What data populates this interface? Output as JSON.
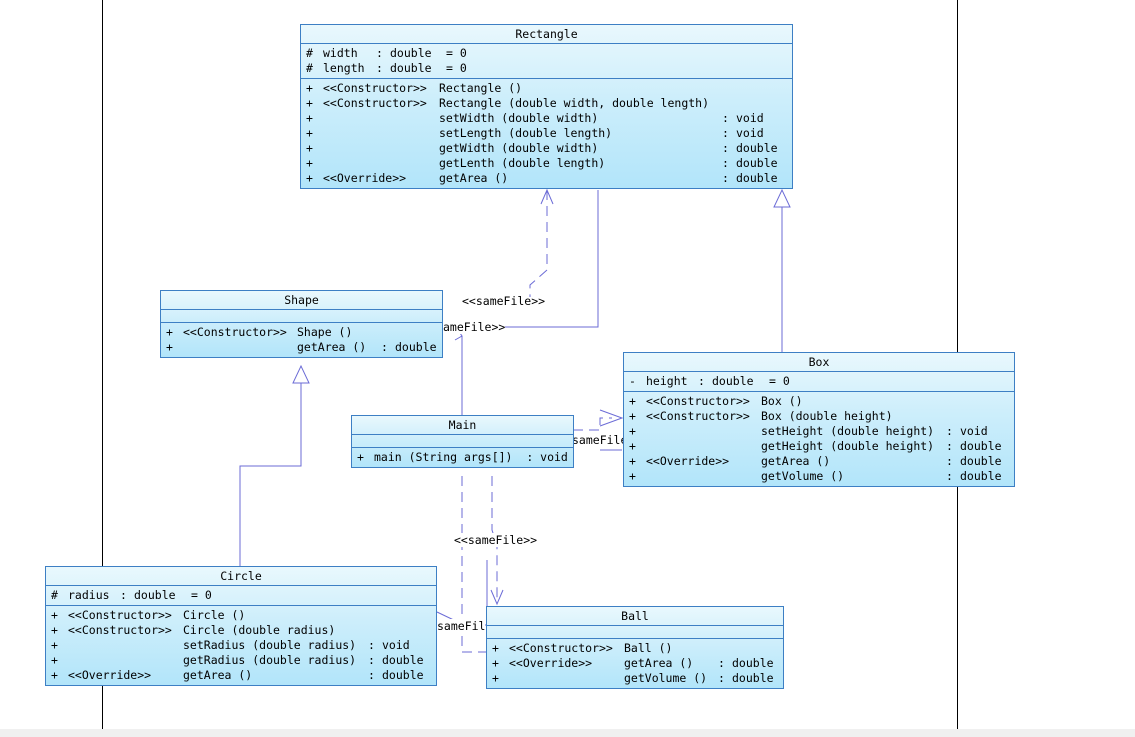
{
  "classes": {
    "rectangle": {
      "name": "Rectangle",
      "attributes": [
        {
          "vis": "#",
          "name": "width",
          "sep": ":",
          "type": "double",
          "default": "= 0"
        },
        {
          "vis": "#",
          "name": "length",
          "sep": ":",
          "type": "double",
          "default": "= 0"
        }
      ],
      "operations": [
        {
          "vis": "+",
          "stereo": "<<Constructor>>",
          "sig": "Rectangle ()",
          "sep": "",
          "ret": ""
        },
        {
          "vis": "+",
          "stereo": "<<Constructor>>",
          "sig": "Rectangle (double width, double length)",
          "sep": "",
          "ret": ""
        },
        {
          "vis": "+",
          "stereo": "",
          "sig": "setWidth (double width)",
          "sep": ":",
          "ret": "void"
        },
        {
          "vis": "+",
          "stereo": "",
          "sig": "setLength (double length)",
          "sep": ":",
          "ret": "void"
        },
        {
          "vis": "+",
          "stereo": "",
          "sig": "getWidth (double width)",
          "sep": ":",
          "ret": "double"
        },
        {
          "vis": "+",
          "stereo": "",
          "sig": "getLenth (double length)",
          "sep": ":",
          "ret": "double"
        },
        {
          "vis": "+",
          "stereo": "<<Override>>",
          "sig": "getArea ()",
          "sep": ":",
          "ret": "double"
        }
      ]
    },
    "shape": {
      "name": "Shape",
      "operations": [
        {
          "vis": "+",
          "stereo": "<<Constructor>>",
          "sig": "Shape ()",
          "sep": "",
          "ret": ""
        },
        {
          "vis": "+",
          "stereo": "",
          "sig": "getArea ()",
          "sep": ":",
          "ret": "double"
        }
      ]
    },
    "box": {
      "name": "Box",
      "attributes": [
        {
          "vis": "-",
          "name": "height",
          "sep": ":",
          "type": "double",
          "default": "= 0"
        }
      ],
      "operations": [
        {
          "vis": "+",
          "stereo": "<<Constructor>>",
          "sig": "Box ()",
          "sep": "",
          "ret": ""
        },
        {
          "vis": "+",
          "stereo": "<<Constructor>>",
          "sig": "Box (double height)",
          "sep": "",
          "ret": ""
        },
        {
          "vis": "+",
          "stereo": "",
          "sig": "setHeight (double height)",
          "sep": ":",
          "ret": "void"
        },
        {
          "vis": "+",
          "stereo": "",
          "sig": "getHeight (double height)",
          "sep": ":",
          "ret": "double"
        },
        {
          "vis": "+",
          "stereo": "<<Override>>",
          "sig": "getArea ()",
          "sep": ":",
          "ret": "double"
        },
        {
          "vis": "+",
          "stereo": "",
          "sig": "getVolume ()",
          "sep": ":",
          "ret": "double"
        }
      ]
    },
    "main": {
      "name": "Main",
      "operations": [
        {
          "vis": "+",
          "text": "main (String args[])  : void"
        }
      ]
    },
    "circle": {
      "name": "Circle",
      "attributes": [
        {
          "vis": "#",
          "name": "radius",
          "sep": ":",
          "type": "double",
          "default": "= 0"
        }
      ],
      "operations": [
        {
          "vis": "+",
          "stereo": "<<Constructor>>",
          "sig": "Circle ()",
          "sep": "",
          "ret": ""
        },
        {
          "vis": "+",
          "stereo": "<<Constructor>>",
          "sig": "Circle (double radius)",
          "sep": "",
          "ret": ""
        },
        {
          "vis": "+",
          "stereo": "",
          "sig": "setRadius (double radius)",
          "sep": ":",
          "ret": "void"
        },
        {
          "vis": "+",
          "stereo": "",
          "sig": "getRadius (double radius)",
          "sep": ":",
          "ret": "double"
        },
        {
          "vis": "+",
          "stereo": "<<Override>>",
          "sig": "getArea ()",
          "sep": ":",
          "ret": "double"
        }
      ]
    },
    "ball": {
      "name": "Ball",
      "operations": [
        {
          "vis": "+",
          "stereo": "<<Constructor>>",
          "sig": "Ball ()",
          "sep": "",
          "ret": ""
        },
        {
          "vis": "+",
          "stereo": "<<Override>>",
          "sig": "getArea ()",
          "sep": ":",
          "ret": "double"
        },
        {
          "vis": "+",
          "stereo": "",
          "sig": "getVolume ()",
          "sep": ":",
          "ret": "double"
        }
      ]
    }
  },
  "link_labels": {
    "main_rectangle": "<<sameFile>>",
    "main_shape": "ameFile>>",
    "main_box": "sameFile",
    "main_ball": "<<sameFile>>",
    "main_circle": "sameFil"
  },
  "colors": {
    "class_border": "#3d7fc4",
    "class_fill_top": "#e9f8fd",
    "class_fill_bottom": "#b2e5fa",
    "connector": "#6b6bd6"
  }
}
